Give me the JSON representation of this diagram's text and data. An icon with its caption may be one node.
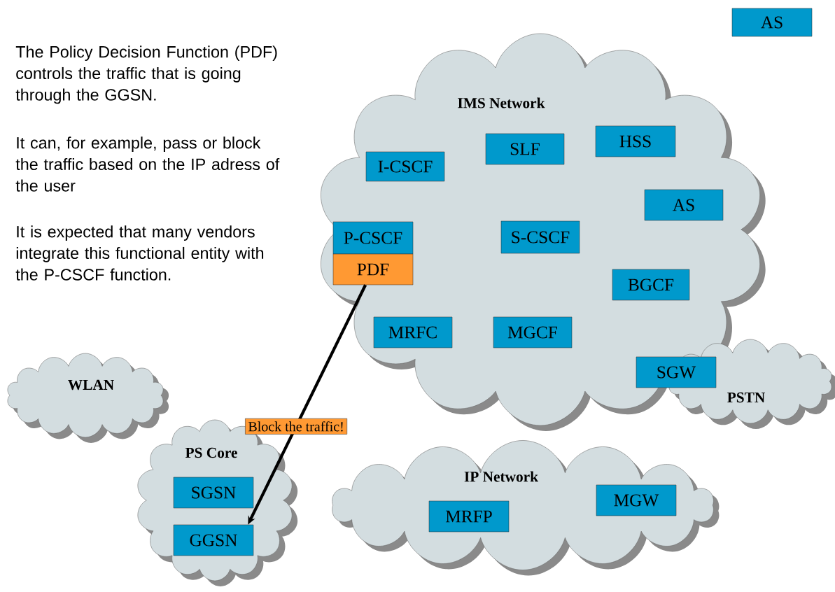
{
  "diagram": {
    "nodes": [
      {
        "text": [
          "AS"
        ]
      },
      {
        "text": [
          "IMS Network"
        ]
      },
      {
        "text": [
          "I-CSCF"
        ],
        "in": 1
      },
      {
        "text": [
          "SLF"
        ],
        "in": 1
      },
      {
        "text": [
          "HSS"
        ],
        "in": 1
      },
      {
        "text": [
          "AS"
        ],
        "in": 1
      },
      {
        "text": [
          "P-CSCF"
        ],
        "in": 1
      },
      {
        "text": [
          "S-CSCF"
        ],
        "in": 1
      },
      {
        "text": [
          "PDF"
        ],
        "in": 1
      },
      {
        "text": [
          "BGCF"
        ],
        "in": 1
      },
      {
        "text": [
          "MRFC"
        ],
        "in": 1
      },
      {
        "text": [
          "MGCF"
        ],
        "in": 1
      },
      {
        "text": [
          "SGW"
        ]
      },
      {
        "text": [
          "WLAN"
        ]
      },
      {
        "text": [
          "PSTN"
        ]
      },
      {
        "text": [
          "PS Core"
        ]
      },
      {
        "text": [
          "SGSN"
        ],
        "in": 15
      },
      {
        "text": [
          "GGSN"
        ],
        "in": 15
      },
      {
        "text": [
          "IP Network"
        ]
      },
      {
        "text": [
          "MRFP"
        ],
        "in": 18
      },
      {
        "text": [
          "MGW"
        ],
        "in": 18
      }
    ],
    "edges": [
      {
        "from": 8,
        "to": 17,
        "arrow": "to",
        "label": "Block the traffic!"
      }
    ],
    "labels": [
      "The Policy Decision Function (PDF) controls the traffic that is going through the GGSN.",
      "It can, for example, pass or block the traffic based on the IP adress of the user",
      "It is expected that many vendors integrate this functional entity with the P-CSCF function."
    ]
  }
}
